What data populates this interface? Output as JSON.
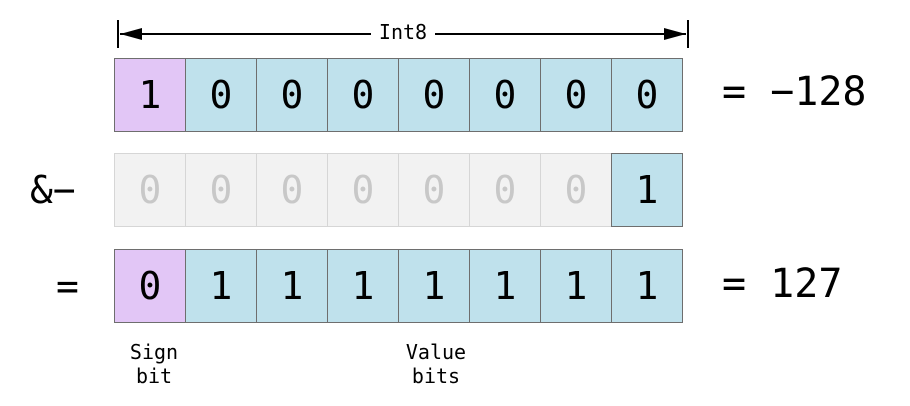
{
  "type_label": "Int8",
  "rows": [
    {
      "operator": "",
      "bits": [
        "1",
        "0",
        "0",
        "0",
        "0",
        "0",
        "0",
        "0"
      ],
      "result": "= −128"
    },
    {
      "operator": "&−",
      "bits": [
        "0",
        "0",
        "0",
        "0",
        "0",
        "0",
        "0",
        "1"
      ],
      "result": ""
    },
    {
      "operator": "=",
      "bits": [
        "0",
        "1",
        "1",
        "1",
        "1",
        "1",
        "1",
        "1"
      ],
      "result": "= 127"
    }
  ],
  "captions": {
    "sign": "Sign\nbit",
    "value": "Value\nbits"
  },
  "colors": {
    "sign_bit": "#e2c6f6",
    "value_bit": "#bfe1ec",
    "inactive_bit": "#f2f2f2",
    "inactive_text": "#c8c8c8"
  }
}
